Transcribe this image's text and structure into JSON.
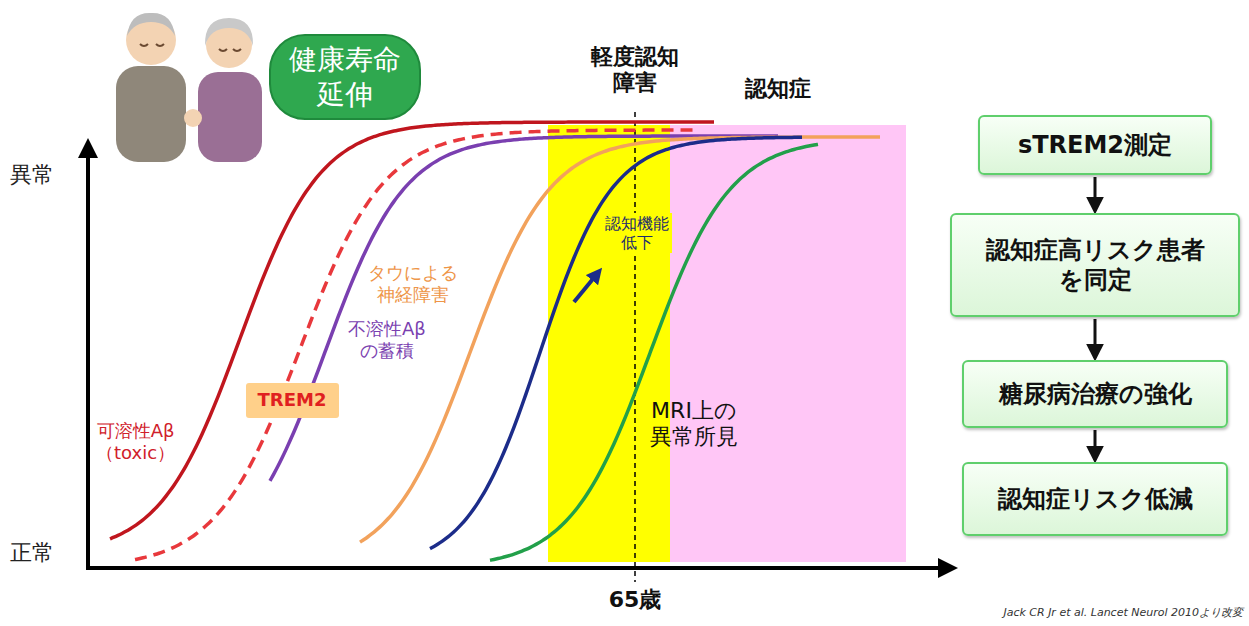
{
  "diagram": {
    "nodes": [
      {
        "text": [
          "健康寿命 延伸"
        ]
      },
      {
        "text": [
          "TREM2"
        ]
      },
      {
        "text": [
          "sTREM2測定"
        ]
      },
      {
        "text": [
          "認知症高リスク患者 を同定"
        ]
      },
      {
        "text": [
          "糖尿病治療の強化"
        ]
      },
      {
        "text": [
          "認知症リスク低減"
        ]
      }
    ],
    "edges": [
      {
        "from": 2,
        "to": 3,
        "arrow": "to"
      },
      {
        "from": 3,
        "to": 4,
        "arrow": "to"
      },
      {
        "from": 4,
        "to": 5,
        "arrow": "to"
      }
    ],
    "labels": [
      "軽度認知 障害",
      "認知症",
      "異常",
      "正常",
      "可溶性Aβ （toxic）",
      "不溶性Aβ の蓄積",
      "タウによる 神経障害",
      "認知機能 低下",
      "MRI上の 異常所見",
      "65歳",
      "Jack CR Jr et al. Lancet Neurol 2010より改変"
    ]
  }
}
